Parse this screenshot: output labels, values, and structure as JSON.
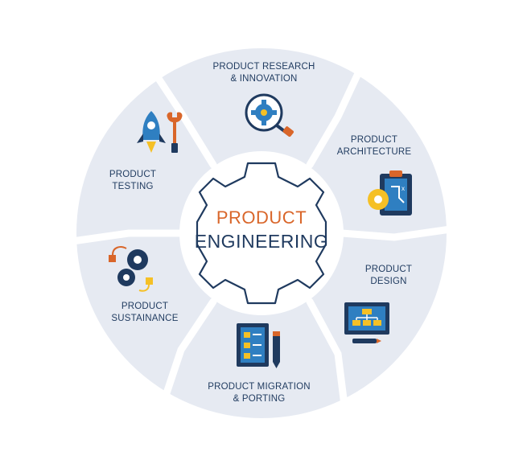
{
  "center": {
    "line1": "PRODUCT",
    "line2": "ENGINEERING"
  },
  "segments": [
    {
      "line1": "PRODUCT RESEARCH",
      "line2": "& INNOVATION",
      "icon": "magnifier-gear-icon"
    },
    {
      "line1": "PRODUCT",
      "line2": "ARCHITECTURE",
      "icon": "clipboard-gear-icon"
    },
    {
      "line1": "PRODUCT",
      "line2": "DESIGN",
      "icon": "flowchart-board-icon"
    },
    {
      "line1": "PRODUCT MIGRATION",
      "line2": "& PORTING",
      "icon": "document-pencil-icon"
    },
    {
      "line1": "PRODUCT",
      "line2": "SUSTAINANCE",
      "icon": "gears-cycle-icon"
    },
    {
      "line1": "PRODUCT",
      "line2": "TESTING",
      "icon": "rocket-wrench-icon"
    }
  ],
  "colors": {
    "navy": "#1f3a5f",
    "orange": "#d9662a",
    "yellow": "#f5c026",
    "blue": "#2f7fc1",
    "ring": "#e6eaf2"
  }
}
